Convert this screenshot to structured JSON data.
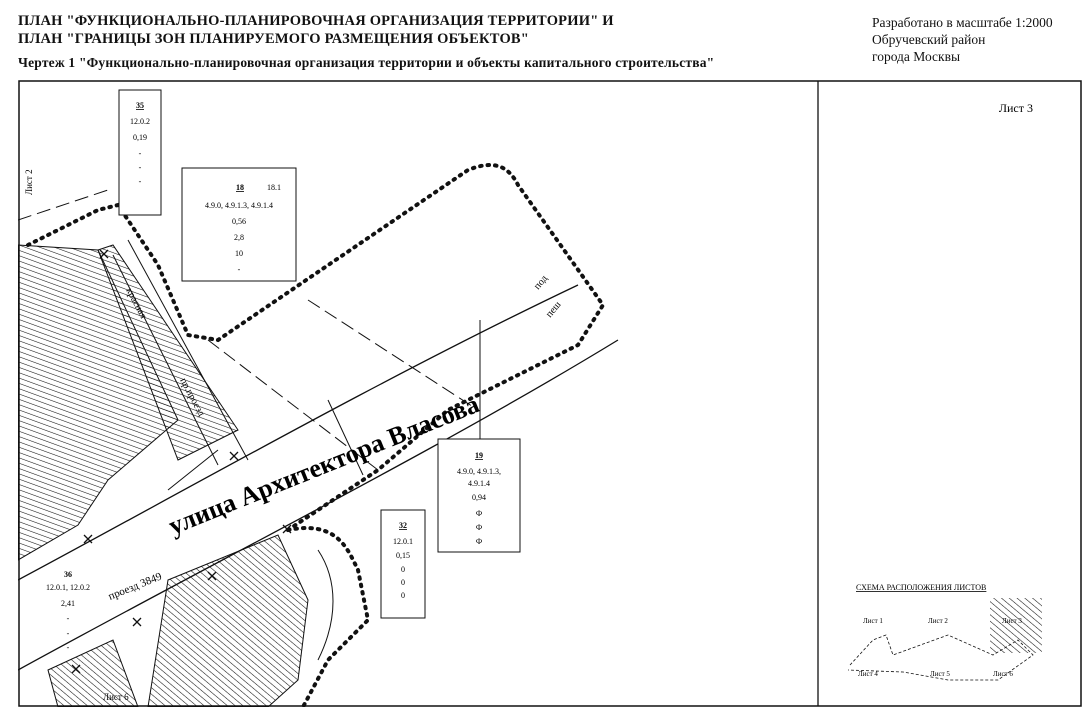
{
  "header": {
    "title_line1": "ПЛАН \"ФУНКЦИОНАЛЬНО-ПЛАНИРОВОЧНАЯ ОРГАНИЗАЦИЯ ТЕРРИТОРИИ\" И",
    "title_line2": "ПЛАН \"ГРАНИЦЫ ЗОН ПЛАНИРУЕМОГО РАЗМЕЩЕНИЯ ОБЪЕКТОВ\"",
    "drawing_title": "Чертеж 1 \"Функционально-планировочная организация территории и объекты капитального строительства\"",
    "scale_note": "Разработано в масштабе 1:2000",
    "district": "Обручевский район",
    "city": "города  Москвы"
  },
  "sheet_label": "Лист 3",
  "street": {
    "name": "улица Архитектора Власова",
    "passage": "проезд  3849",
    "krasnaya": "красная",
    "pr_proezd": "пр.проезд",
    "pod": "под",
    "pesh": "пеш"
  },
  "edge_labels": {
    "left": "Лист 2",
    "bottom": "Лист 6"
  },
  "parcels": [
    {
      "id": "35",
      "lines": [
        "12.0.2",
        "0,19",
        "-",
        "-",
        "-"
      ]
    },
    {
      "id": "18",
      "extra": "18.1",
      "lines": [
        "4.9.0, 4.9.1.3, 4.9.1.4",
        "0,56",
        "2,8",
        "10",
        "-"
      ]
    },
    {
      "id": "19",
      "lines": [
        "4.9.0, 4.9.1.3,",
        "4.9.1.4",
        "0,94",
        "Ф",
        "Ф",
        "Ф"
      ]
    },
    {
      "id": "32",
      "lines": [
        "12.0.1",
        "0,15",
        "0",
        "0",
        "0"
      ]
    },
    {
      "id": "36",
      "lines": [
        "12.0.1, 12.0.2",
        "2,41",
        "-",
        "-",
        "-"
      ]
    }
  ],
  "key_map": {
    "title": "СХЕМА РАСПОЛОЖЕНИЯ ЛИСТОВ",
    "sheets": [
      "Лист 1",
      "Лист 2",
      "Лист 3",
      "Лист 4",
      "Лист 5",
      "Лист 6"
    ]
  },
  "colors": {
    "ink": "#111111",
    "background": "#ffffff"
  }
}
